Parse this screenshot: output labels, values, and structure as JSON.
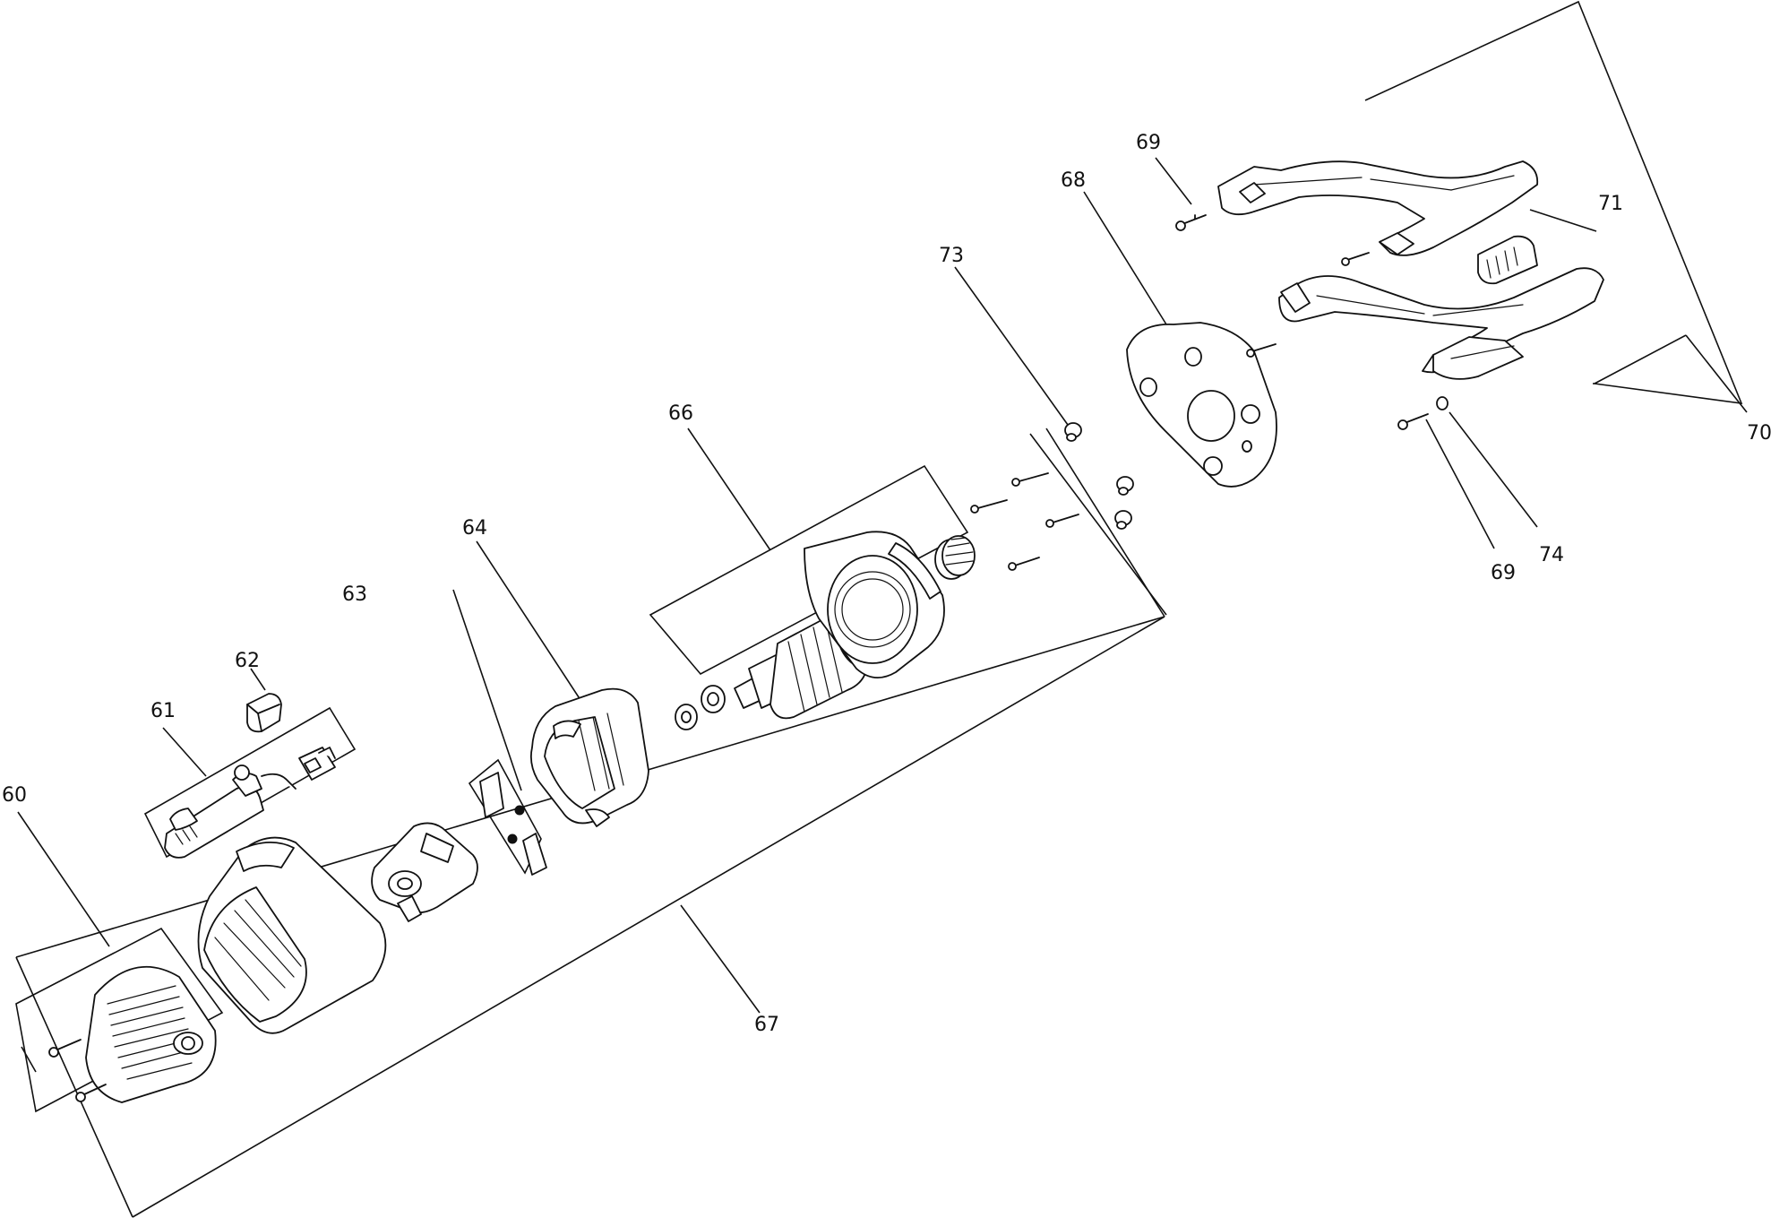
{
  "callouts": {
    "c60": "60",
    "c61": "61",
    "c62": "62",
    "c63": "63",
    "c64": "64",
    "c66": "66",
    "c67": "67",
    "c68": "68",
    "c69_top": "69",
    "c69_bottom": "69",
    "c70": "70",
    "c71": "71",
    "c73": "73",
    "c74": "74"
  }
}
